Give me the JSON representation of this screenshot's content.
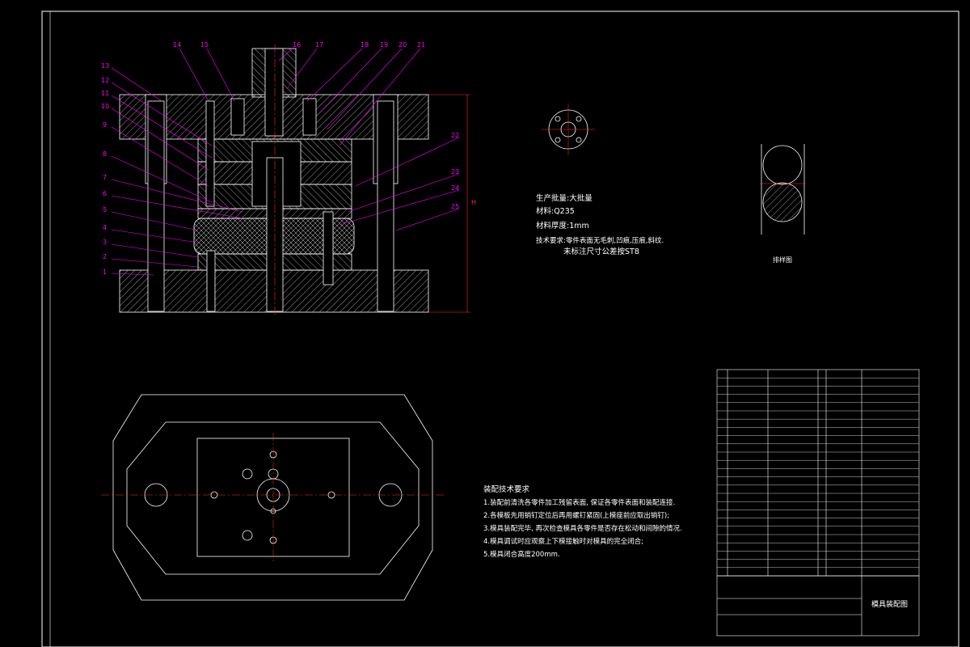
{
  "production": {
    "batch": "生产批量:大批量",
    "material": "材料:Q235",
    "thickness": "材料厚度:1mm",
    "tech_req": "技术要求:零件表面无毛刺,凹痕,压痕,斜纹.",
    "tolerance": "未标注尺寸公差按ST8"
  },
  "layout_label": "排样图",
  "assembly_requirements": {
    "title": "装配技术要求",
    "items": [
      "1.装配前清洗各零件加工残留表面, 保证各零件表面和装配连接.",
      "2.各模板先用销钉定位后再用螺钉紧固(上模座前应取出销钉);",
      "3.模具装配完毕, 再次检查模具各零件是否存在松动和间隙的情况.",
      "4.模具调试时应观察上下模接触时对模具的完全闭合;",
      "5.模具闭合高度200mm."
    ]
  },
  "callouts": [
    "1",
    "2",
    "3",
    "4",
    "5",
    "6",
    "7",
    "8",
    "9",
    "10",
    "11",
    "12",
    "13",
    "14",
    "15",
    "16",
    "17",
    "18",
    "19",
    "20",
    "21",
    "22",
    "23",
    "24",
    "25"
  ],
  "dimension_label": "H",
  "title_block": {
    "drawing_name": "模具装配图"
  },
  "colors": {
    "line": "#ffffff",
    "callout": "#ff00ff",
    "hatch": "#ffffff",
    "center": "#ff3030",
    "dim": "#ff3030"
  }
}
